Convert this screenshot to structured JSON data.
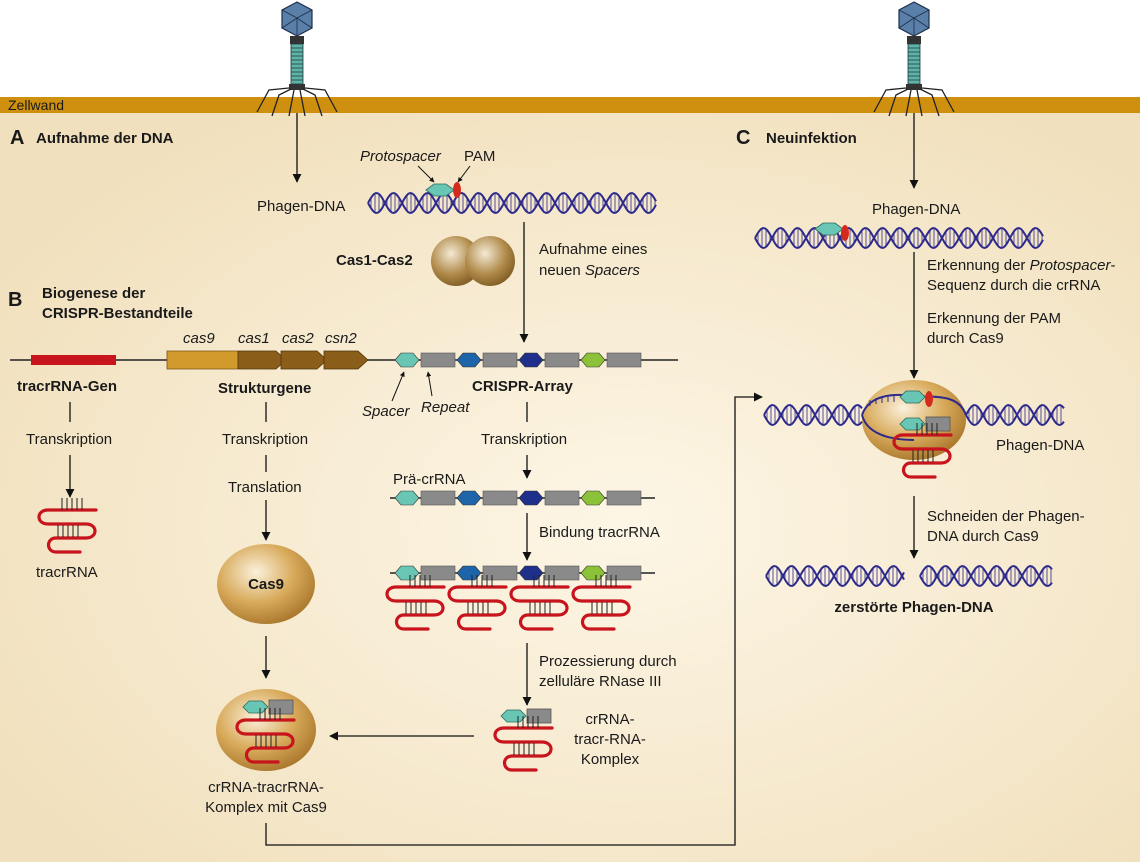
{
  "colors": {
    "cell_bg": "#f6ecd6",
    "cell_wall": "#d0900f",
    "dna": "#2e2a8c",
    "rna": "#c8141c",
    "cas": "#c99a4a",
    "spacer_teal": "#69c6b4",
    "repeat_gray": "#8a8a8a",
    "spacer_blue": "#1e64a8",
    "spacer_navy": "#1e2f8c",
    "spacer_green": "#8cc23a",
    "pam_red": "#d42a1e",
    "gene_brown": "#9a6a1a"
  },
  "wall": {
    "label": "Zellwand"
  },
  "section_a": {
    "letter": "A",
    "title": "Aufnahme der DNA"
  },
  "section_b": {
    "letter": "B",
    "title_line1": "Biogenese der",
    "title_line2": "CRISPR-Bestandteile"
  },
  "section_c": {
    "letter": "C",
    "title": "Neuinfektion"
  },
  "uptake": {
    "protospacer": "Protospacer",
    "pam": "PAM",
    "phage_dna": "Phagen-DNA",
    "cas1_cas2": "Cas1-Cas2",
    "uptake_line1": "Aufnahme eines",
    "uptake_line2_prefix": "neuen ",
    "uptake_line2_italic": "Spacers"
  },
  "locus": {
    "cas9": "cas9",
    "cas1": "cas1",
    "cas2": "cas2",
    "csn2": "csn2",
    "tracr_gene": "tracrRNA-Gen",
    "structural_genes": "Strukturgene",
    "crispr_array": "CRISPR-Array",
    "spacer": "Spacer",
    "repeat": "Repeat"
  },
  "biogenesis": {
    "transcription": "Transkription",
    "translation": "Translation",
    "tracrrna": "tracrRNA",
    "cas9_protein": "Cas9",
    "pre_crrna": "Prä-crRNA",
    "binding_tracr": "Bindung tracrRNA",
    "processing_line1": "Prozessierung durch",
    "processing_line2": "zelluläre RNase III",
    "complex_line1": "crRNA-",
    "complex_line2": "tracr-RNA-",
    "complex_line3": "Komplex",
    "final_line1": "crRNA-tracrRNA-",
    "final_line2": "Komplex mit Cas9"
  },
  "reinfection": {
    "phage_dna_top": "Phagen-DNA",
    "recog1_prefix": "Erkennung der ",
    "recog1_italic": "Protospacer",
    "recog1_suffix": "-",
    "recog2": "Sequenz durch die crRNA",
    "pam1": "Erkennung der PAM",
    "pam2": "durch Cas9",
    "phage_dna_mid": "Phagen-DNA",
    "cut1": "Schneiden der Phagen-",
    "cut2": "DNA durch Cas9",
    "destroyed": "zerstörte Phagen-DNA"
  }
}
